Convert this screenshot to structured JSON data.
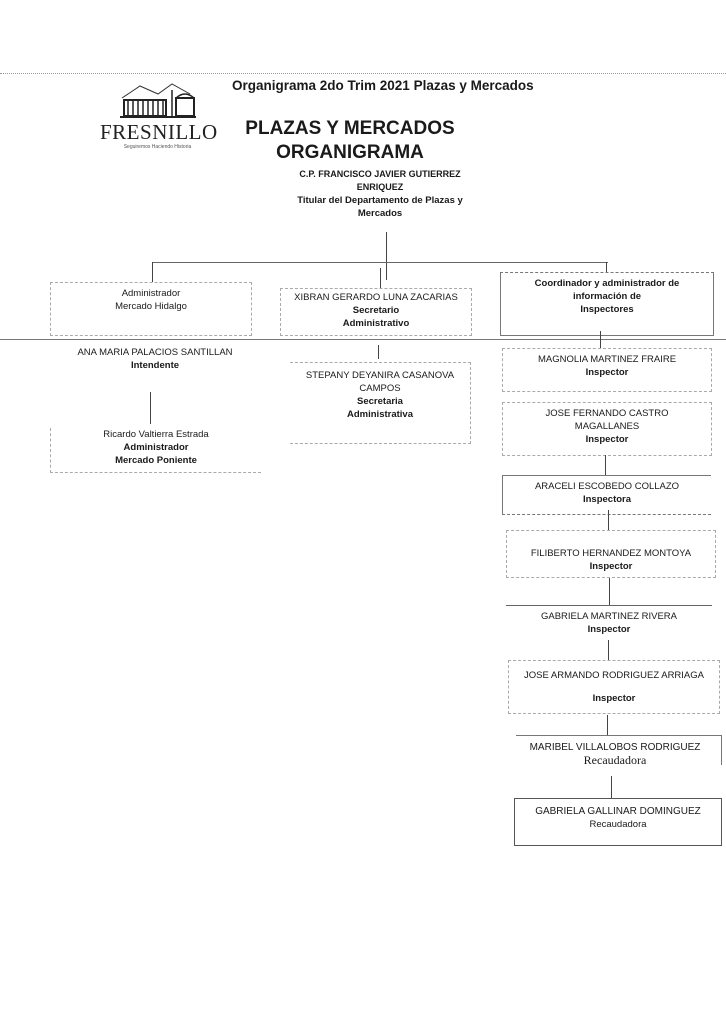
{
  "document": {
    "header_title": "Organigrama 2do Trim 2021 Plazas y Mercados",
    "logo": {
      "name": "FRESNILLO",
      "motto": "Seguiremos Haciendo Historia"
    },
    "main_title_line1": "PLAZAS Y MERCADOS",
    "main_title_line2": "ORGANIGRAMA"
  },
  "top": {
    "name_line1": "C.P. FRANCISCO JAVIER GUTIERREZ",
    "name_line2": "ENRIQUEZ",
    "role_line1": "Titular del Departamento de Plazas y",
    "role_line2": "Mercados"
  },
  "left_branch": {
    "head": {
      "role_line1": "Administrador",
      "role_line2": "Mercado Hidalgo"
    },
    "items": [
      {
        "name": "ANA MARIA PALACIOS SANTILLAN",
        "role_line1": "Intendente",
        "role_line2": ""
      },
      {
        "name": "Ricardo Valtierra Estrada",
        "role_line1": "Administrador",
        "role_line2": "Mercado Poniente"
      }
    ]
  },
  "middle_branch": {
    "head": {
      "name": "XIBRAN GERARDO LUNA ZACARIAS",
      "role_line1": "Secretario",
      "role_line2": "Administrativo"
    },
    "items": [
      {
        "name_line1": "STEPANY DEYANIRA CASANOVA",
        "name_line2": "CAMPOS",
        "role_line1": "Secretaria",
        "role_line2": "Administrativa"
      }
    ]
  },
  "right_branch": {
    "head": {
      "role_line1": "Coordinador y administrador de",
      "role_line2": "información de",
      "role_line3": "Inspectores"
    },
    "items": [
      {
        "name": "MAGNOLIA MARTINEZ FRAIRE",
        "role": "Inspector"
      },
      {
        "name": "JOSE FERNANDO CASTRO MAGALLANES",
        "role": "Inspector"
      },
      {
        "name": "ARACELI ESCOBEDO COLLAZO",
        "role": "Inspectora"
      },
      {
        "name": "FILIBERTO HERNANDEZ MONTOYA",
        "role": "Inspector"
      },
      {
        "name": "GABRIELA MARTINEZ RIVERA",
        "role": "Inspector"
      },
      {
        "name": "JOSE ARMANDO RODRIGUEZ ARRIAGA",
        "role": "Inspector"
      },
      {
        "name": "MARIBEL VILLALOBOS RODRIGUEZ",
        "role": "Recaudadora"
      },
      {
        "name": "GABRIELA GALLINAR DOMINGUEZ",
        "role": "Recaudadora"
      }
    ]
  }
}
